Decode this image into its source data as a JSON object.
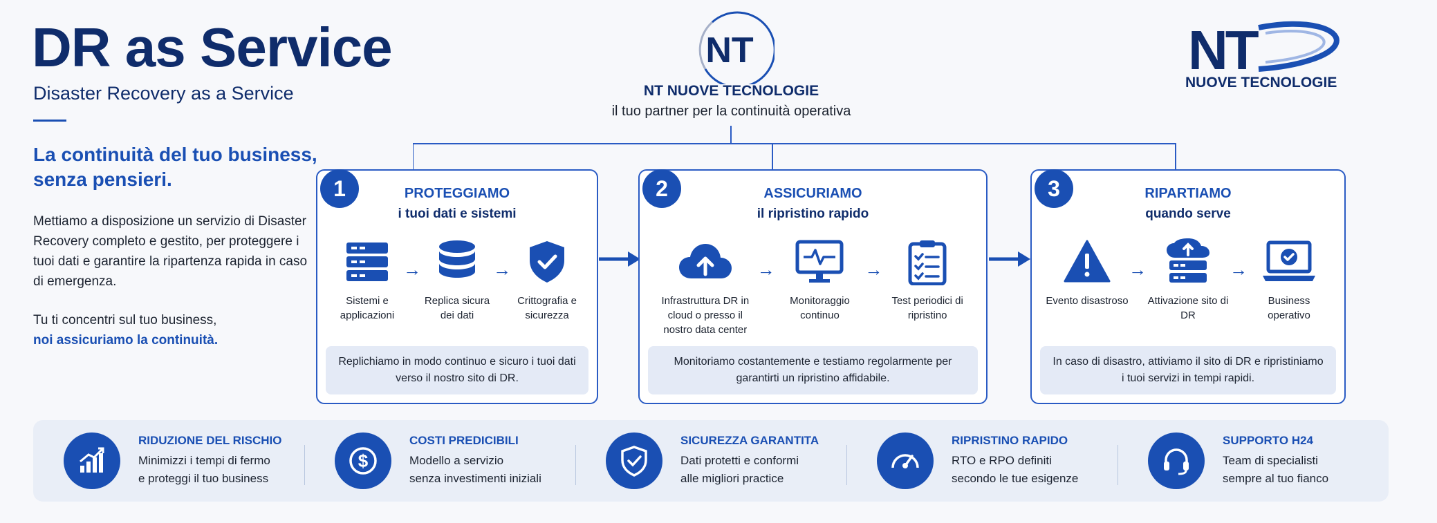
{
  "header": {
    "title": "DR as Service",
    "subtitle": "Disaster Recovery as a Service",
    "tagline": "La continuità del tuo business, senza pensieri.",
    "intro": "Mettiamo a disposizione un servizio di Disaster Recovery completo e gestito, per proteggere i tuoi dati e garantire la ripartenza rapida in caso di emergenza.",
    "focus_line1": "Tu ti concentri sul tuo business,",
    "focus_line2": "noi assicuriamo la continuità."
  },
  "brand": {
    "badge": "NT",
    "name": "NT NUOVE TECNOLOGIE",
    "tagline": "il tuo partner per la continuità operativa",
    "logo_letters": "NT",
    "logo_caption": "NUOVE TECNOLOGIE"
  },
  "colors": {
    "navy": "#0f2c6b",
    "accent": "#1a4fb3",
    "panel": "#e4eaf6",
    "background": "#f7f8fb"
  },
  "steps": [
    {
      "number": "1",
      "title": "PROTEGGIAMO",
      "subtitle": "i tuoi dati e sistemi",
      "items": [
        {
          "icon": "server-icon",
          "label": "Sistemi e applicazioni"
        },
        {
          "icon": "database-icon",
          "label": "Replica sicura dei dati"
        },
        {
          "icon": "shield-check-icon",
          "label": "Crittografia e sicurezza"
        }
      ],
      "note": "Replichiamo in modo continuo e sicuro i tuoi dati verso il nostro sito di DR."
    },
    {
      "number": "2",
      "title": "ASSICURIAMO",
      "subtitle": "il ripristino rapido",
      "items": [
        {
          "icon": "cloud-upload-icon",
          "label": "Infrastruttura DR in cloud o presso il nostro data center"
        },
        {
          "icon": "monitor-pulse-icon",
          "label": "Monitoraggio continuo"
        },
        {
          "icon": "clipboard-checklist-icon",
          "label": "Test periodici di ripristino"
        }
      ],
      "note": "Monitoriamo costantemente e testiamo regolarmente per garantirti un ripristino affidabile."
    },
    {
      "number": "3",
      "title": "RIPARTIAMO",
      "subtitle": "quando serve",
      "items": [
        {
          "icon": "warning-icon",
          "label": "Evento disastroso"
        },
        {
          "icon": "server-cloud-icon",
          "label": "Attivazione sito di DR"
        },
        {
          "icon": "laptop-check-icon",
          "label": "Business operativo"
        }
      ],
      "note": "In caso di disastro, attiviamo il sito di DR e ripristiniamo i tuoi servizi in tempi rapidi."
    }
  ],
  "benefits": [
    {
      "icon": "growth-chart-icon",
      "title": "RIDUZIONE DEL RISCHIO",
      "line1": "Minimizzi i tempi di fermo",
      "line2": "e proteggi il tuo business"
    },
    {
      "icon": "dollar-coin-icon",
      "title": "COSTI PREDICIBILI",
      "line1": "Modello a servizio",
      "line2": "senza investimenti iniziali"
    },
    {
      "icon": "shield-check-icon",
      "title": "SICUREZZA GARANTITA",
      "line1": "Dati protetti e conformi",
      "line2": "alle migliori practice"
    },
    {
      "icon": "speedometer-icon",
      "title": "RIPRISTINO RAPIDO",
      "line1": "RTO e RPO definiti",
      "line2": "secondo le tue esigenze"
    },
    {
      "icon": "headset-icon",
      "title": "SUPPORTO H24",
      "line1": "Team di specialisti",
      "line2": "sempre al tuo fianco"
    }
  ]
}
